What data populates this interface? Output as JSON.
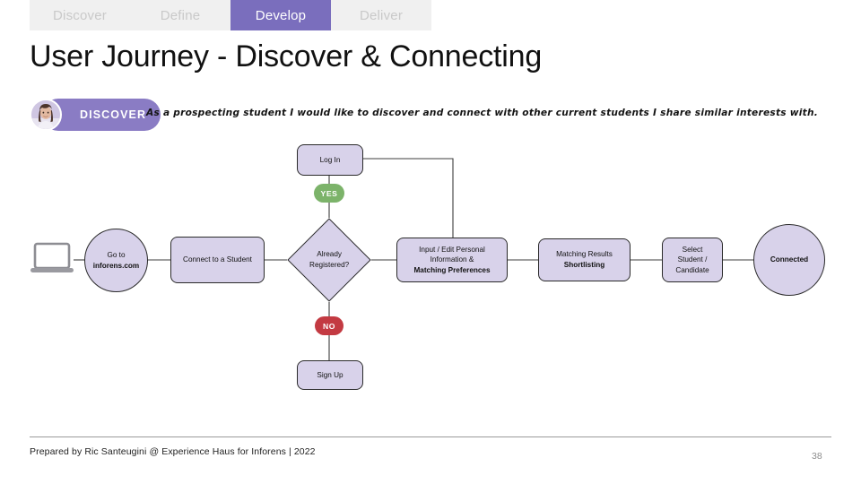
{
  "tabs": [
    {
      "label": "Discover",
      "active": false
    },
    {
      "label": "Define",
      "active": false
    },
    {
      "label": "Develop",
      "active": true
    },
    {
      "label": "Deliver",
      "active": false
    }
  ],
  "page_title": "User Journey - Discover & Connecting",
  "persona": {
    "badge_label": "DISCOVER",
    "avatar_icon": "user-photo-avatar",
    "quote": "As a prospecting student I would like to discover and connect with other current students I share similar interests with."
  },
  "flow": {
    "start_icon": "laptop-icon",
    "nodes": {
      "login": {
        "line1": "Log In"
      },
      "goto": {
        "line1": "Go to",
        "line2": "inforens.com"
      },
      "connect": {
        "line1": "Connect to a Student"
      },
      "decision": {
        "line1": "Already",
        "line2": "Registered?"
      },
      "input_edit": {
        "line1": "Input / Edit Personal",
        "line2": "Information &",
        "line3": "Matching Preferences"
      },
      "matching": {
        "line1": "Matching Results",
        "line2": "Shortlisting"
      },
      "select": {
        "line1": "Select",
        "line2": "Student /",
        "line3": "Candidate"
      },
      "connected": {
        "line1": "Connected"
      },
      "signup": {
        "line1": "Sign Up"
      }
    },
    "badges": {
      "yes": "YES",
      "no": "NO"
    }
  },
  "footer": {
    "credit": "Prepared by Ric Santeugini @ Experience Haus for Inforens  |  2022",
    "page_number": "38"
  },
  "colors": {
    "tab_active": "#7a6ebd",
    "tab_bar_bg": "#f0f0f0",
    "node_fill": "#d8d2ea",
    "badge_yes": "#7cb36a",
    "badge_no": "#c33a42",
    "persona_pill": "#8a7cc4"
  }
}
